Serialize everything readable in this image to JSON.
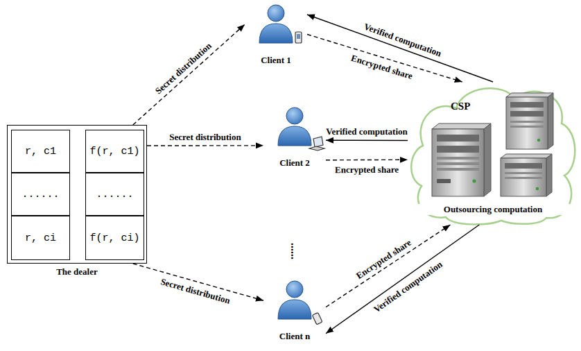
{
  "diagram": {
    "nodes": [
      {
        "text": [
          "The dealer"
        ]
      },
      {
        "text": [
          "r, c1"
        ],
        "in": 0
      },
      {
        "text": [
          "......"
        ],
        "in": 0
      },
      {
        "text": [
          "r, ci"
        ],
        "in": 0
      },
      {
        "text": [
          "f(r, c1)"
        ],
        "in": 0
      },
      {
        "text": [
          "......"
        ],
        "in": 0
      },
      {
        "text": [
          "f(r, ci)"
        ],
        "in": 0
      },
      {
        "text": [
          "Client 1"
        ]
      },
      {
        "text": [
          "Client 2"
        ]
      },
      {
        "text": [
          "Client n"
        ]
      },
      {
        "text": [
          "CSP",
          "Outsourcing computation"
        ]
      }
    ],
    "edges": [
      {
        "from": 0,
        "to": 7,
        "label": "Secret distribution",
        "arrow": "to"
      },
      {
        "from": 0,
        "to": 8,
        "label": "Secret distribution",
        "arrow": "to"
      },
      {
        "from": 0,
        "to": 9,
        "label": "Secret distribution",
        "arrow": "to"
      },
      {
        "from": 7,
        "to": 10,
        "label": "Encrypted share",
        "arrow": "to"
      },
      {
        "from": 10,
        "to": 7,
        "label": "Verified computation",
        "arrow": "to"
      },
      {
        "from": 8,
        "to": 10,
        "label": "Encrypted share",
        "arrow": "to"
      },
      {
        "from": 10,
        "to": 8,
        "label": "Verified computation",
        "arrow": "to"
      },
      {
        "from": 9,
        "to": 10,
        "label": "Encrypted share",
        "arrow": "to"
      },
      {
        "from": 10,
        "to": 9,
        "label": "Verified computation",
        "arrow": "to"
      },
      {
        "from": 2,
        "to": 5,
        "arrow": "to"
      }
    ],
    "labels": [
      "......"
    ]
  }
}
